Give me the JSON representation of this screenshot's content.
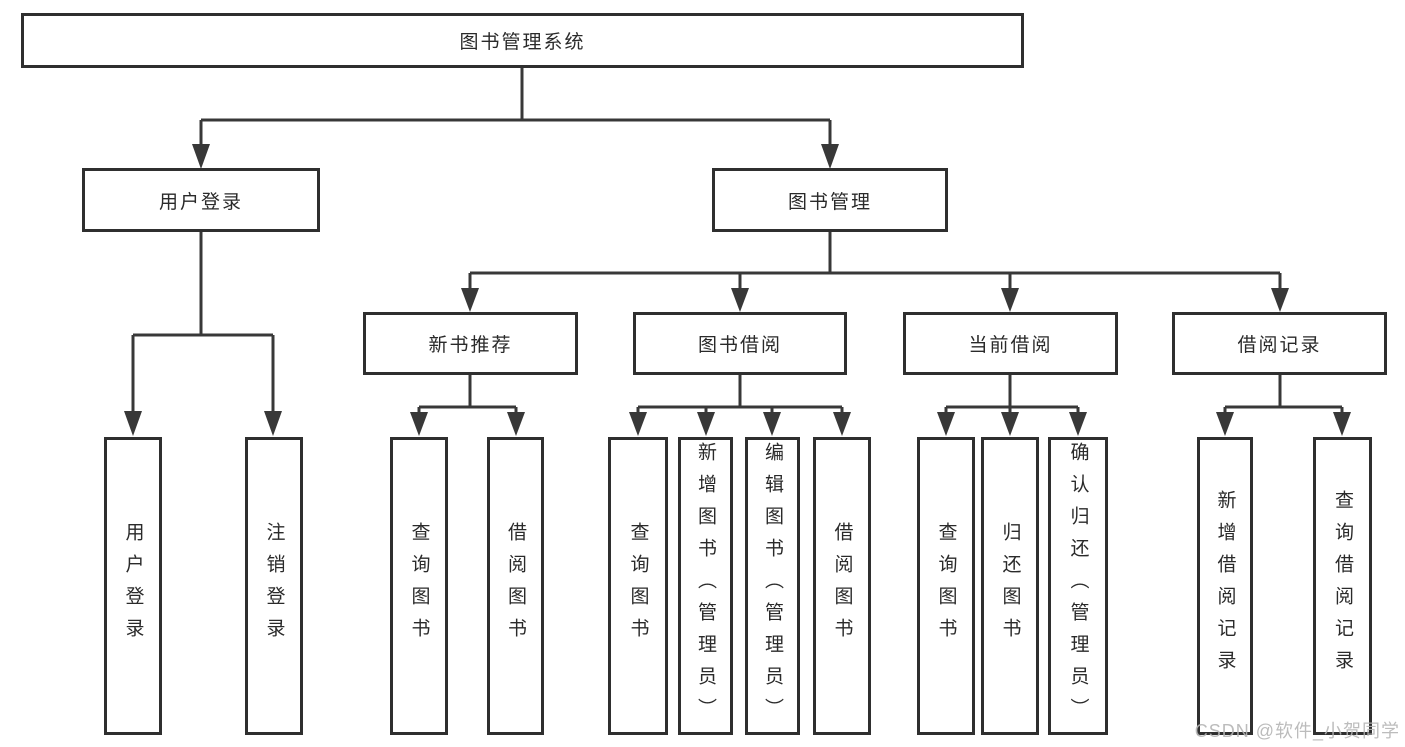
{
  "diagram": {
    "root": {
      "label": "图书管理系统"
    },
    "level2": [
      {
        "label": "用户登录"
      },
      {
        "label": "图书管理"
      }
    ],
    "level3": [
      {
        "label": "新书推荐"
      },
      {
        "label": "图书借阅"
      },
      {
        "label": "当前借阅"
      },
      {
        "label": "借阅记录"
      }
    ],
    "leaves": {
      "user_login": [
        {
          "label": "用户登录"
        },
        {
          "label": "注销登录"
        }
      ],
      "new_book": [
        {
          "label": "查询图书"
        },
        {
          "label": "借阅图书"
        }
      ],
      "borrow": [
        {
          "label": "查询图书"
        },
        {
          "label": "新增图书（管理员）"
        },
        {
          "label": "编辑图书（管理员）"
        },
        {
          "label": "借阅图书"
        }
      ],
      "current": [
        {
          "label": "查询图书"
        },
        {
          "label": "归还图书"
        },
        {
          "label": "确认归还（管理员）"
        }
      ],
      "records": [
        {
          "label": "新增借阅记录"
        },
        {
          "label": "查询借阅记录"
        }
      ]
    }
  },
  "colors": {
    "line": "#383838",
    "box_border": "#2f2f2f",
    "text": "#2a2a2a",
    "watermark": "#b5b5b5"
  },
  "watermark": {
    "text": "CSDN @软件_小贺同学"
  }
}
